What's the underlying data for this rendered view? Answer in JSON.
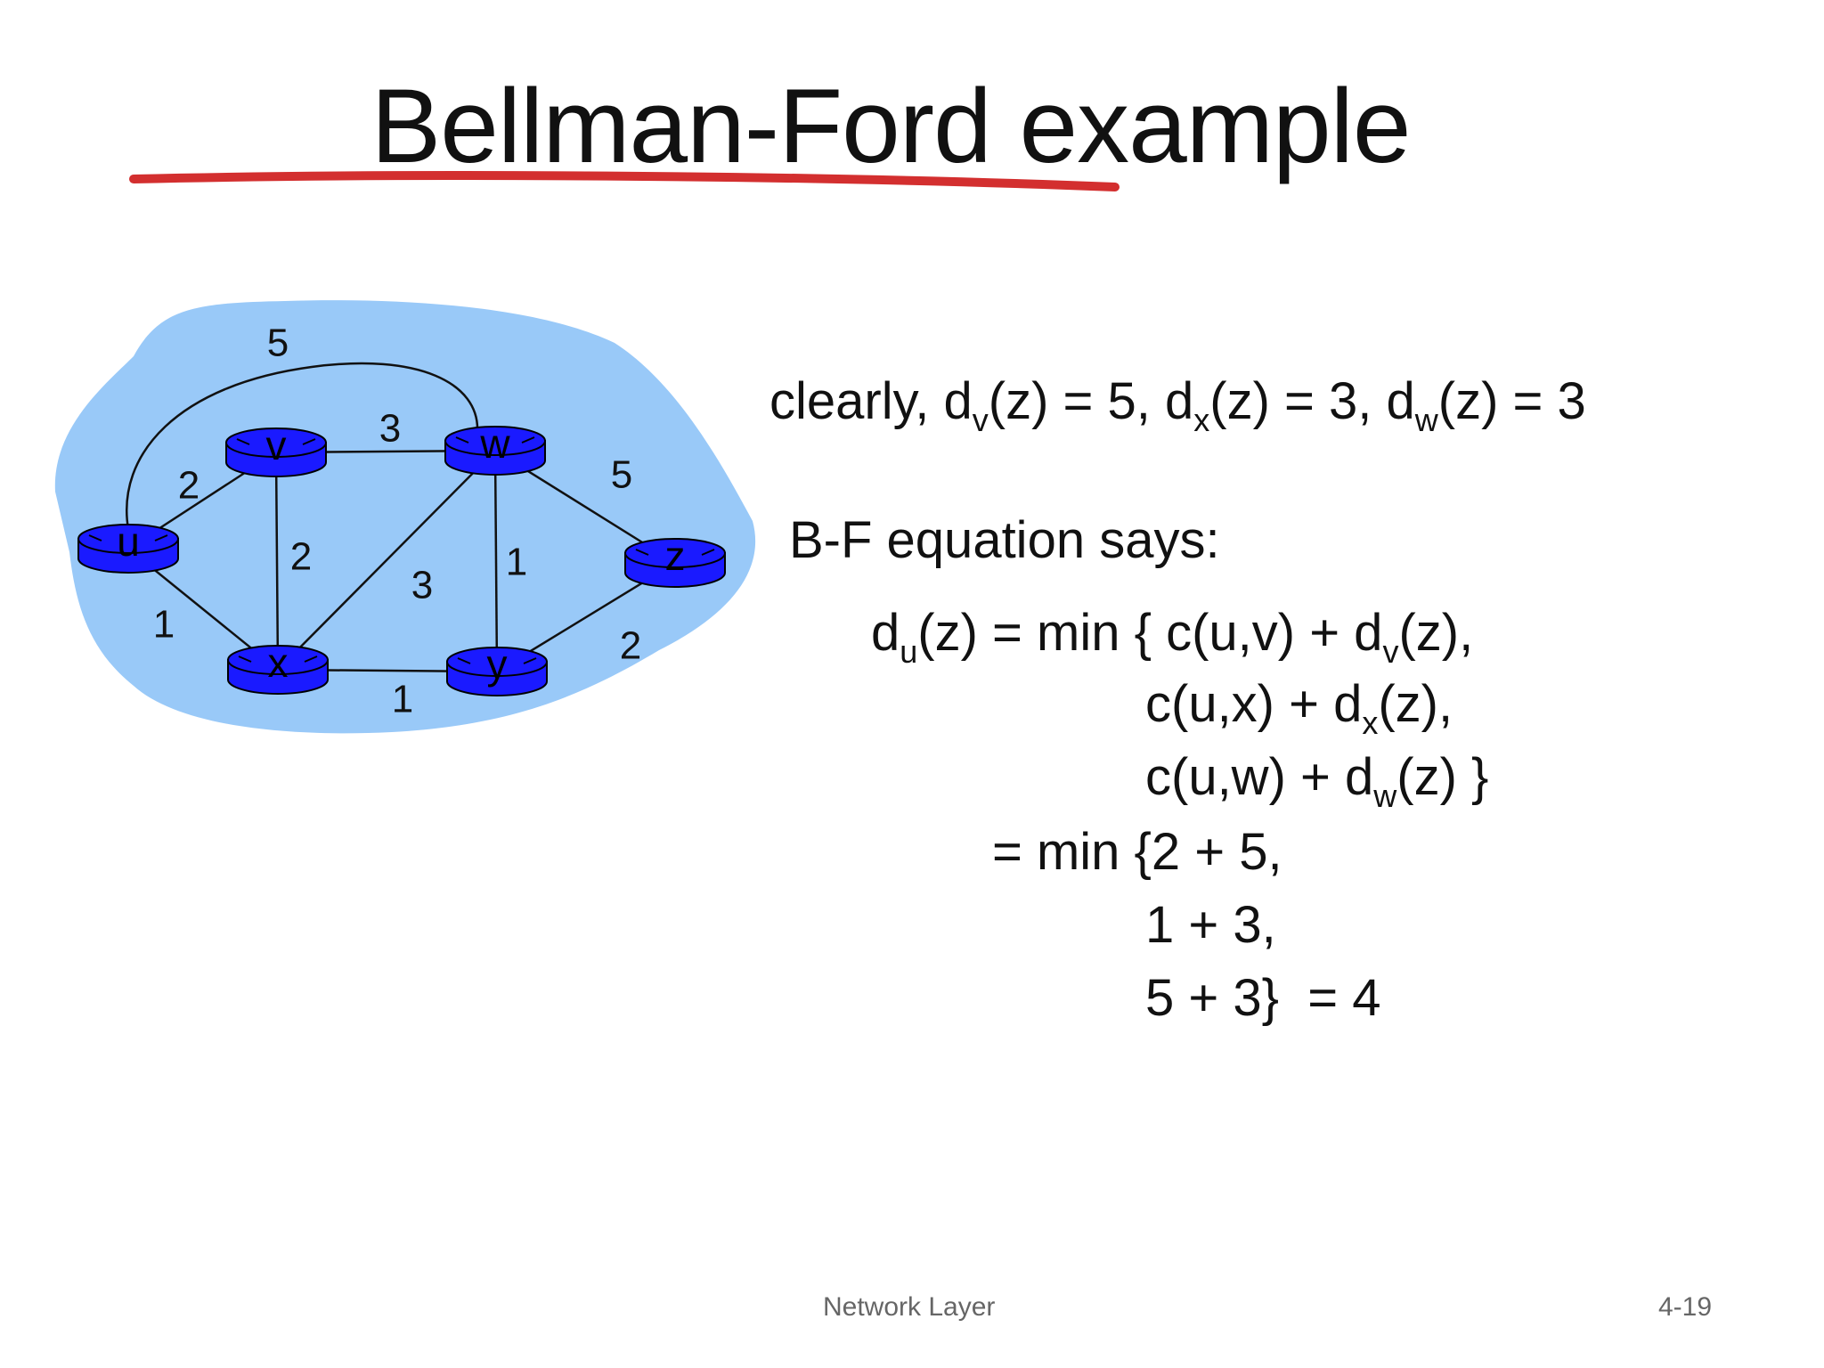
{
  "slide": {
    "title": "Bellman-Ford example",
    "accent_color": "#d32f2f",
    "footer_left": "Network Layer",
    "footer_right": "4-19"
  },
  "graph": {
    "cloud_color": "#99c9f8",
    "router_color": "#1a1aff",
    "nodes": [
      "u",
      "v",
      "w",
      "x",
      "y",
      "z"
    ],
    "edges": [
      {
        "from": "u",
        "to": "v",
        "cost": "2"
      },
      {
        "from": "u",
        "to": "x",
        "cost": "1"
      },
      {
        "from": "u",
        "to": "w",
        "cost": "5"
      },
      {
        "from": "v",
        "to": "w",
        "cost": "3"
      },
      {
        "from": "v",
        "to": "x",
        "cost": "2"
      },
      {
        "from": "x",
        "to": "w",
        "cost": "3"
      },
      {
        "from": "x",
        "to": "y",
        "cost": "1"
      },
      {
        "from": "w",
        "to": "y",
        "cost": "1"
      },
      {
        "from": "w",
        "to": "z",
        "cost": "5"
      },
      {
        "from": "y",
        "to": "z",
        "cost": "2"
      }
    ]
  },
  "text": {
    "clearly": {
      "prefix": "clearly, d",
      "s1": "v",
      "t1": "(z) = 5, d",
      "s2": "x",
      "t2": "(z) = 3, d",
      "s3": "w",
      "t3": "(z) = 3"
    },
    "bf_label": "B-F equation says:",
    "eq1": {
      "a": "d",
      "s1": "u",
      "b": "(z) = min { c(u,v) + d",
      "s2": "v",
      "c": "(z),"
    },
    "eq2": {
      "a": "c(u,x) + d",
      "s1": "x",
      "b": "(z),"
    },
    "eq3": {
      "a": "c(u,w) + d",
      "s1": "w",
      "b": "(z) }"
    },
    "eq4": "= min {2 + 5,",
    "eq5": "1 + 3,",
    "eq6": "5 + 3}  = 4"
  }
}
